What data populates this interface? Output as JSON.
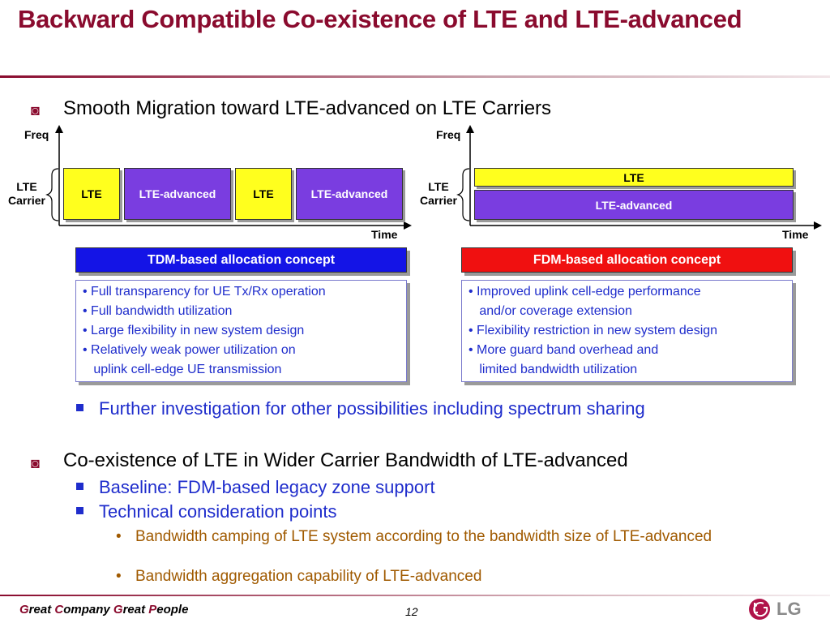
{
  "title": "Backward Compatible Co-existence of LTE and LTE-advanced",
  "section1": {
    "heading": "Smooth Migration toward LTE-advanced on LTE Carriers",
    "marker": "◙"
  },
  "tdm": {
    "freq_label": "Freq",
    "time_label": "Time",
    "carrier_label_line1": "LTE",
    "carrier_label_line2": "Carrier",
    "blocks": [
      "LTE",
      "LTE-advanced",
      "LTE",
      "LTE-advanced"
    ],
    "concept": "TDM-based allocation concept",
    "points": [
      "• Full transparency for UE Tx/Rx operation",
      "• Full bandwidth utilization",
      "• Large flexibility in new system design",
      "• Relatively weak power utilization on",
      "   uplink cell-edge UE transmission"
    ]
  },
  "fdm": {
    "freq_label": "Freq",
    "time_label": "Time",
    "carrier_label_line1": "LTE",
    "carrier_label_line2": "Carrier",
    "top_block": "LTE",
    "bottom_block": "LTE-advanced",
    "concept": "FDM-based allocation concept",
    "points": [
      "• Improved uplink cell-edge performance",
      "   and/or coverage extension",
      "• Flexibility restriction in new system design",
      "• More guard band overhead and",
      "   limited bandwidth utilization"
    ]
  },
  "further": "Further investigation for other possibilities including spectrum sharing",
  "section2": {
    "heading": "Co-existence of LTE in Wider Carrier Bandwidth of LTE-advanced",
    "marker": "◙",
    "sub1": "Baseline: FDM-based legacy zone support",
    "sub2": "Technical consideration points",
    "points": [
      "Bandwidth camping of LTE system according to the bandwidth size of LTE-advanced",
      "Bandwidth aggregation capability of LTE-advanced"
    ]
  },
  "footer": {
    "slogan_parts": [
      "G",
      "reat ",
      "C",
      "ompany ",
      "G",
      "reat ",
      "P",
      "eople"
    ],
    "page_number": "12",
    "logo": "LG"
  },
  "colors": {
    "title": "#8a0b2e",
    "lte_block": "#ffff1e",
    "adv_block": "#7a3de0",
    "tdm_concept": "#1414e6",
    "fdm_concept": "#f01010",
    "blue_text": "#1f2dcc",
    "brown_text": "#a05a00"
  }
}
